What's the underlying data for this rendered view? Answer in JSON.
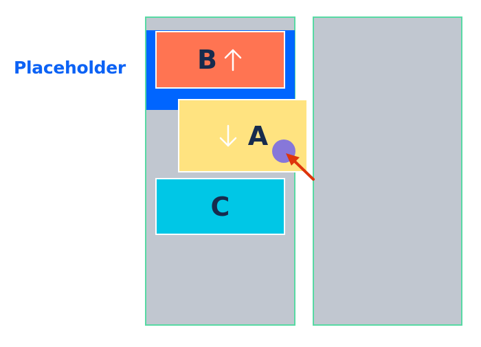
{
  "label": {
    "text": "Placeholder",
    "color": "#0b62f5"
  },
  "colors": {
    "column_bg": "#c1c7d0",
    "column_border": "#57d9a3",
    "placeholder_zone": "#0065ff",
    "card_b": "#ff7452",
    "card_a": "#ffe380",
    "card_c": "#00c7e6",
    "card_text": "#172b4d",
    "cursor": "#8777d9",
    "pointer": "#de350b"
  },
  "cards": {
    "b": {
      "letter": "B",
      "icon": "arrow-up-icon"
    },
    "a": {
      "letter": "A",
      "icon": "arrow-down-icon"
    },
    "c": {
      "letter": "C"
    }
  },
  "indicators": {
    "cursor": "cursor-dot",
    "pointer": "pointer-arrow-icon"
  }
}
